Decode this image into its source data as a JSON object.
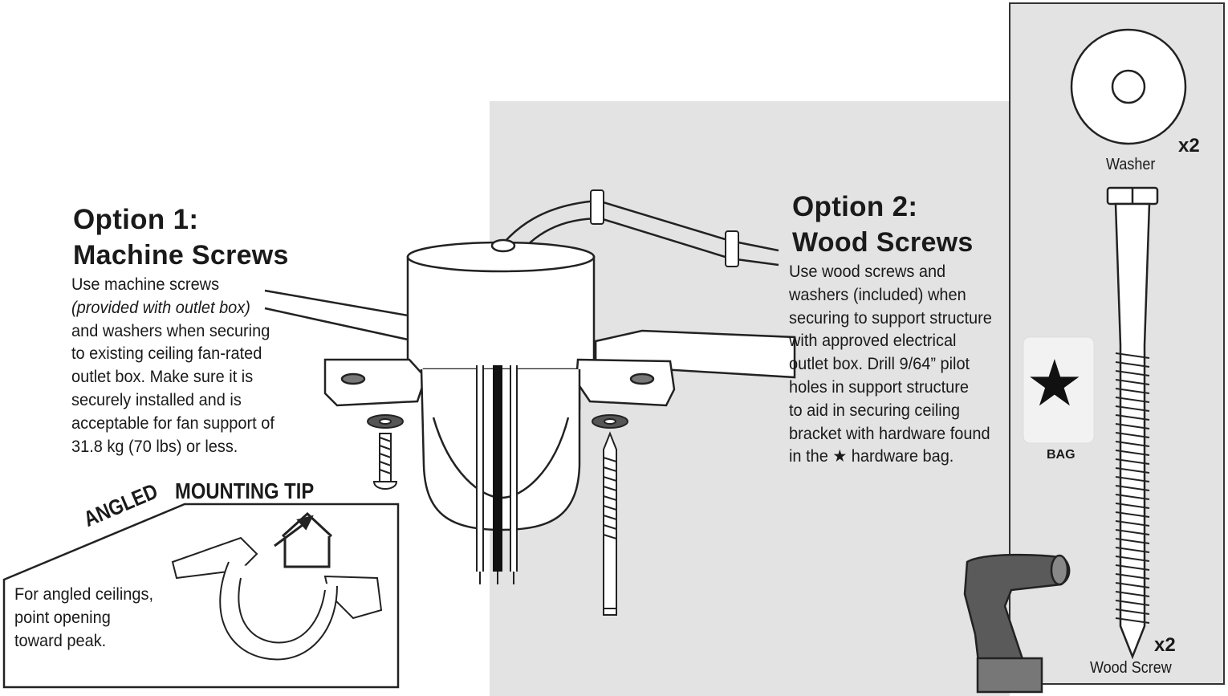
{
  "option1": {
    "heading": "Option 1:",
    "subheading": "Machine Screws",
    "lines": [
      "Use machine screws",
      "(provided with outlet box)",
      "and washers when securing",
      "to existing ceiling fan-rated",
      "outlet box. Make sure it is",
      "securely installed and is",
      "acceptable for fan support of",
      "31.8 kg (70 lbs) or less."
    ]
  },
  "option2": {
    "heading": "Option 2:",
    "subheading": "Wood Screws",
    "lines": [
      "Use wood screws and",
      "washers (included) when",
      "securing to support structure",
      "with approved electrical",
      "outlet box. Drill 9/64” pilot",
      "holes in support structure",
      "to aid in securing ceiling",
      "bracket with hardware found"
    ],
    "last_line_pre": "in the",
    "star_glyph": "★",
    "last_line_post": "hardware bag."
  },
  "tip": {
    "angled": "ANGLED",
    "mounting_tip": "MOUNTING TIP",
    "lines": [
      "For angled ceilings,",
      "point opening",
      "toward peak."
    ]
  },
  "hardware": {
    "washer_label": "Washer",
    "washer_qty": "x2",
    "bag_label": "BAG",
    "wood_screw_label": "Wood Screw",
    "wood_screw_qty": "x2"
  },
  "colors": {
    "panel_gray": "#e3e3e3",
    "ink": "#1a1a1a",
    "box_gray": "#777777"
  }
}
